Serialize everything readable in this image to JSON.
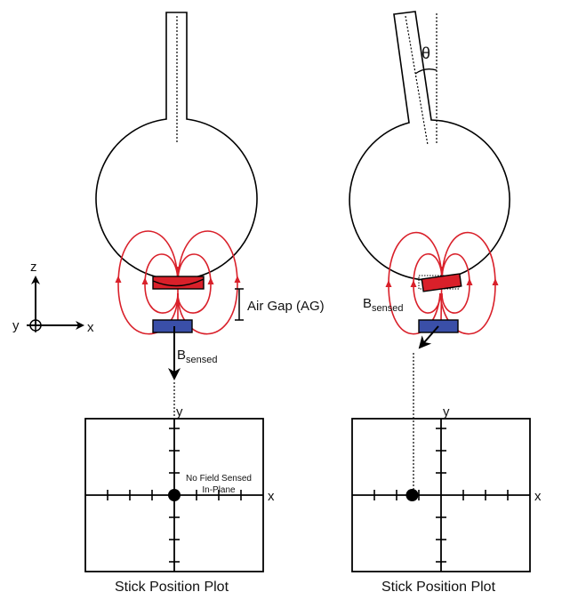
{
  "axes_legend": {
    "z": "z",
    "y": "y",
    "x": "x"
  },
  "left": {
    "air_gap_label": "Air Gap (AG)",
    "b_main": "B",
    "b_sub": "sensed",
    "plot": {
      "x_label": "x",
      "y_label": "y",
      "note_line1": "No Field Sensed",
      "note_line2": "In-Plane",
      "title": "Stick Position Plot",
      "dot": {
        "x": 0,
        "y": 0
      }
    }
  },
  "right": {
    "theta_label": "θ",
    "b_main": "B",
    "b_sub": "sensed",
    "plot": {
      "x_label": "x",
      "y_label": "y",
      "title": "Stick Position Plot",
      "dot": {
        "x": -1.3,
        "y": 0
      }
    }
  },
  "colors": {
    "field": "#d9202a",
    "magnet": "#d9202a",
    "sensor": "#3a4fa8"
  }
}
